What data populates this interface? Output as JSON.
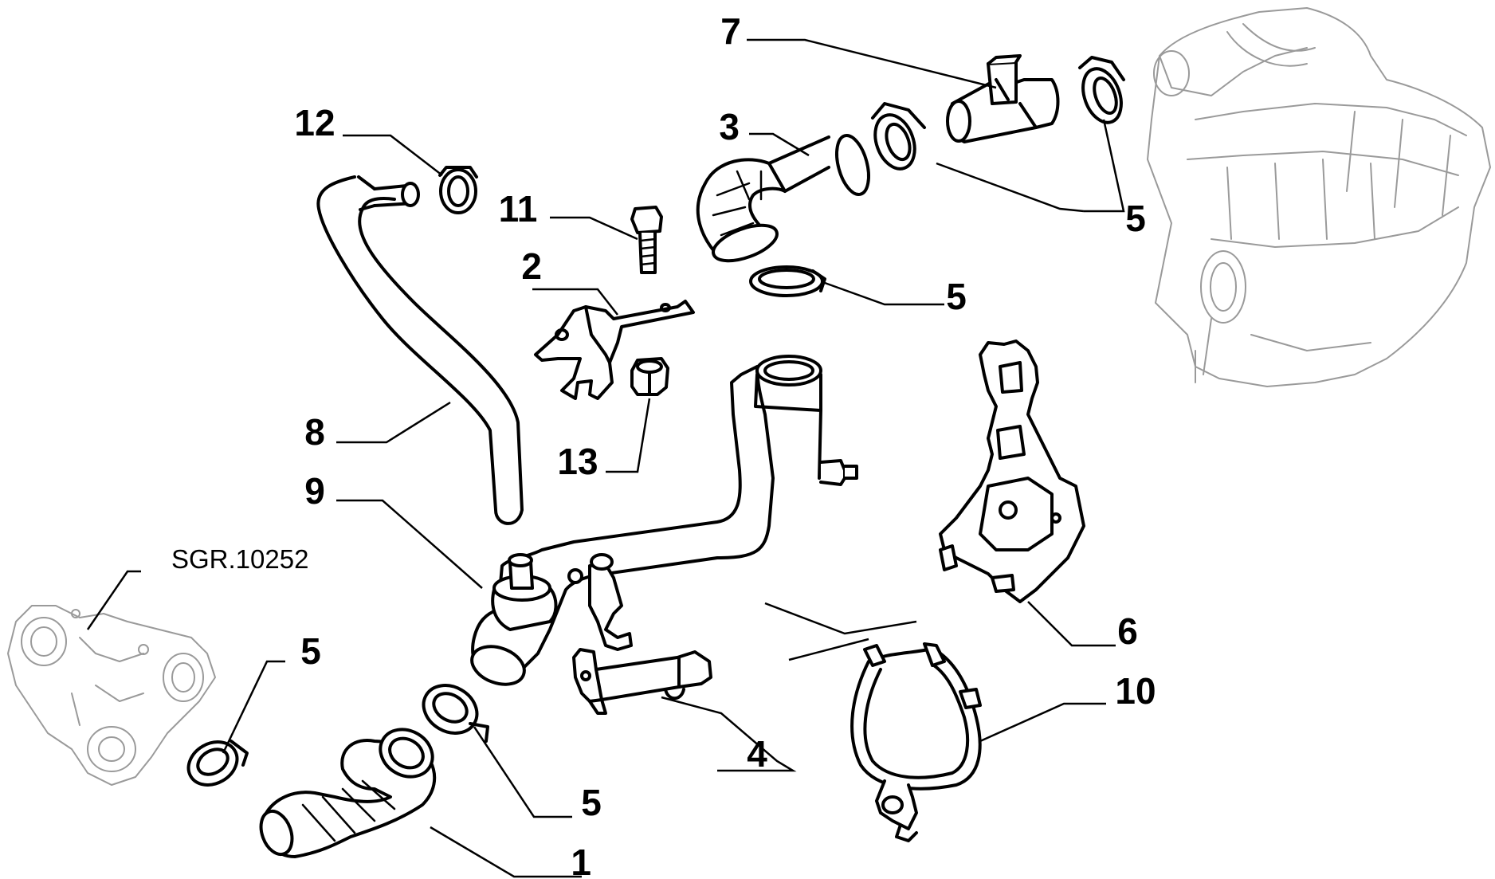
{
  "reference": "SGR.10252",
  "callouts": {
    "c1": "1",
    "c2": "2",
    "c3": "3",
    "c4": "4",
    "c5a": "5",
    "c5b": "5",
    "c5c": "5",
    "c5d": "5",
    "c6": "6",
    "c7": "7",
    "c8": "8",
    "c9": "9",
    "c10": "10",
    "c11": "11",
    "c12": "12",
    "c13": "13"
  }
}
